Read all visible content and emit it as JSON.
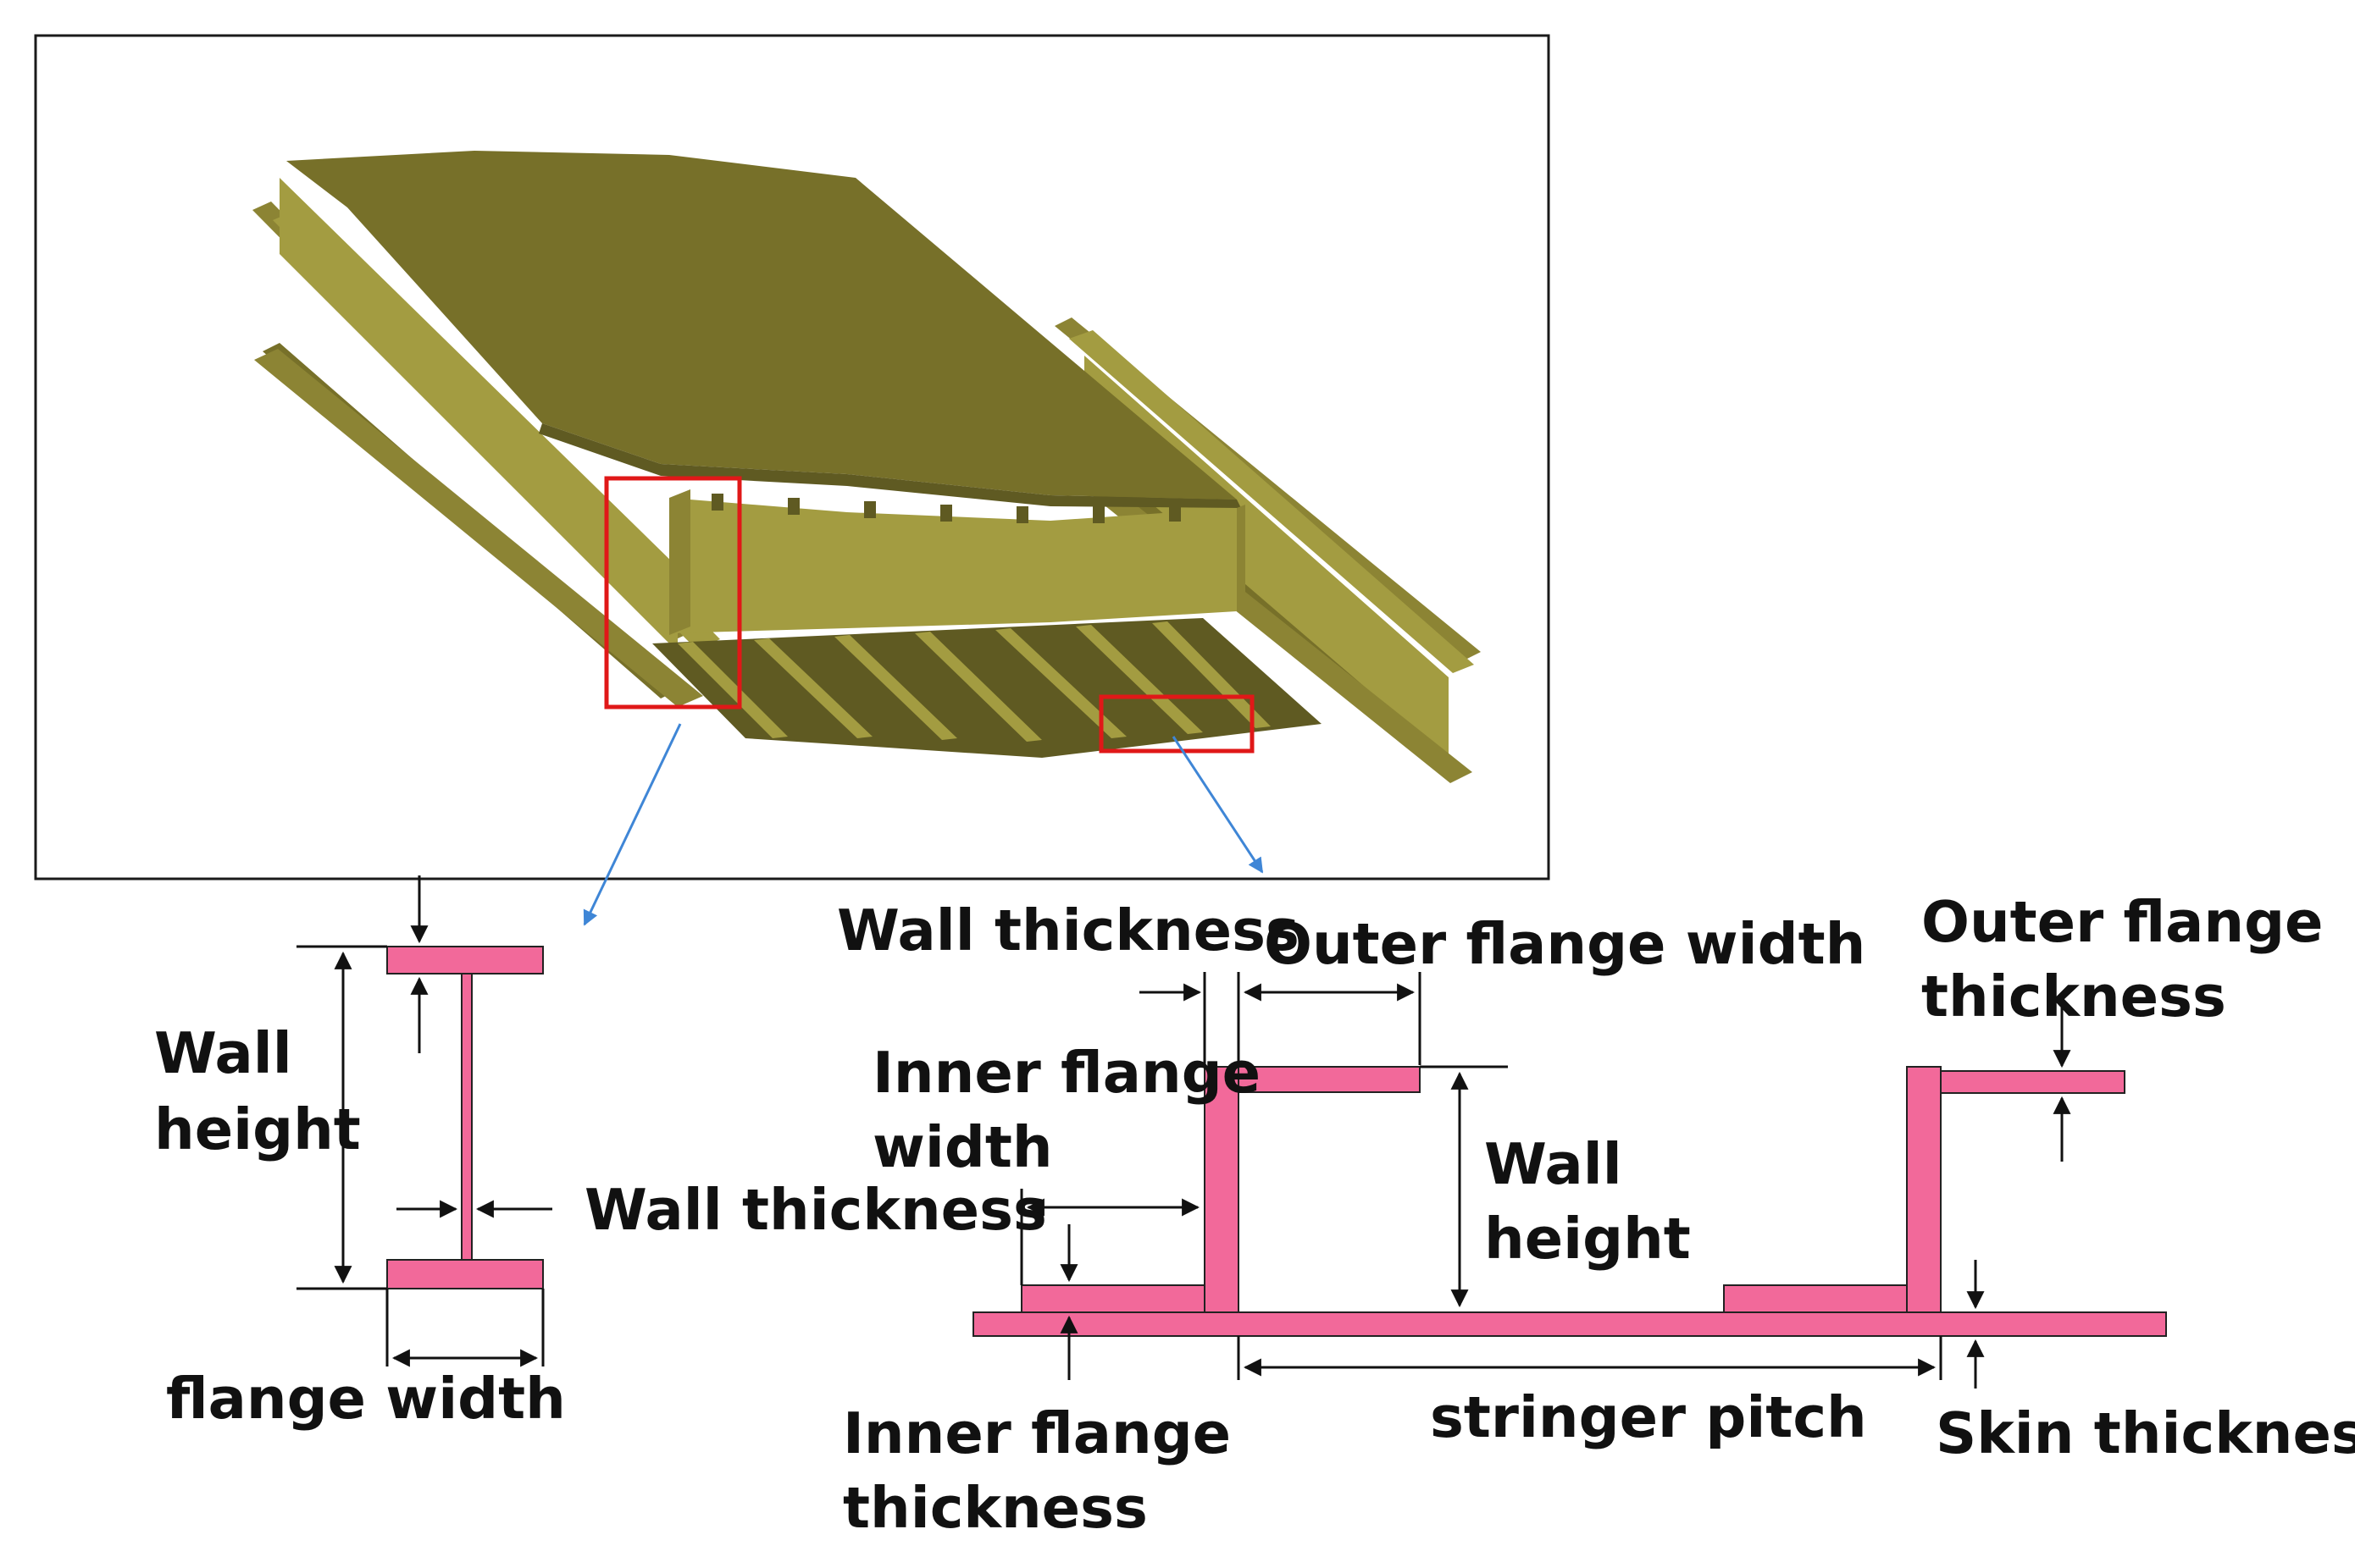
{
  "colors": {
    "model_light": "#a39c41",
    "model_mid": "#8c8434",
    "model_dark": "#777029",
    "model_shadow": "#5f5a22",
    "section_fill": "#f2699a",
    "section_stroke": "#222222",
    "highlight_box": "#e01818",
    "callout_arrow": "#3f86d6",
    "frame": "#1a1a1a",
    "dimension": "#111111"
  },
  "i_section": {
    "wall_height": [
      "Wall",
      "height"
    ],
    "wall_thickness": "Wall thickness",
    "flange_width": "flange width"
  },
  "stringer_section": {
    "wall_thickness": "Wall thickness",
    "outer_flange_width": "Outer flange width",
    "outer_flange_thickness": [
      "Outer flange",
      "thickness"
    ],
    "inner_flange_width": [
      "Inner flange",
      "width"
    ],
    "wall_height": [
      "Wall",
      "height"
    ],
    "inner_flange_thickness": [
      "Inner flange",
      "thickness"
    ],
    "stringer_pitch": "stringer pitch",
    "skin_thickness": "Skin thickness"
  }
}
